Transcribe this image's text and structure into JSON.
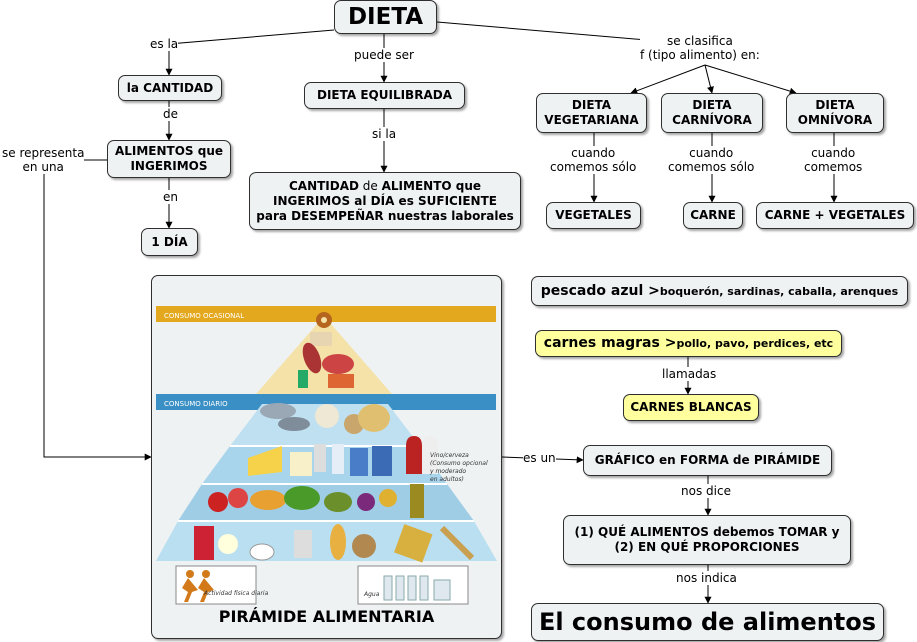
{
  "nodes": {
    "dieta": "DIETA",
    "cantidad": "la CANTIDAD",
    "alimentos_line1": "ALIMENTOS que",
    "alimentos_line2": "INGERIMOS",
    "un_dia": "1 DÍA",
    "equilibrada": "DIETA EQUILIBRADA",
    "definicion": {
      "l1_a": "CANTIDAD",
      "l1_b": " de ",
      "l1_c": "ALIMENTO que",
      "l2": "INGERIMOS al DÍA es SUFICIENTE",
      "l3": "para DESEMPEÑAR nuestras laborales"
    },
    "vegetariana": [
      "DIETA",
      "VEGETARIANA"
    ],
    "carnivora": [
      "DIETA",
      "CARNÍVORA"
    ],
    "omnivora": [
      "DIETA",
      "OMNÍVORA"
    ],
    "vegetales": "VEGETALES",
    "carne": "CARNE",
    "carne_vegetales": "CARNE + VEGETALES",
    "pescado": {
      "main": "pescado azul >",
      "detail": " boquerón, sardinas, caballa, arenques"
    },
    "carnes_magras": {
      "main": "carnes magras >",
      "detail": " pollo, pavo, perdices, etc"
    },
    "carnes_blancas": "CARNES BLANCAS",
    "grafico": "GRÁFICO en FORMA de PIRÁMIDE",
    "que_alimentos": [
      "(1) QUÉ ALIMENTOS debemos TOMAR y",
      "(2) EN QUÉ PROPORCIONES"
    ],
    "consumo": "El consumo de alimentos",
    "piramide_caption": "PIRÁMIDE ALIMENTARIA"
  },
  "links": {
    "es_la": "es la",
    "puede_ser": "puede ser",
    "se_clasifica": [
      "se clasifica",
      "f (tipo alimento) en:"
    ],
    "de": "de",
    "en": "en",
    "si_la": "si la",
    "cuando_veg": [
      "cuando",
      "comemos sólo"
    ],
    "cuando_carn": [
      "cuando",
      "comemos sólo"
    ],
    "cuando_omni": [
      "cuando",
      "comemos"
    ],
    "se_representa": [
      "se representa",
      "en una"
    ],
    "llamadas": "llamadas",
    "es_un": "es un",
    "nos_dice": "nos dice",
    "nos_indica": "nos indica"
  },
  "pyramid": {
    "consumo_ocasional": "CONSUMO OCASIONAL",
    "consumo_diario": "CONSUMO DIARIO",
    "vino_note": [
      "Vino/cerveza",
      "(Consumo opcional",
      "y moderado",
      "en adultos)"
    ],
    "actividad": "Actividad física diaria",
    "agua": "Agua",
    "colors": {
      "band_gold": "#e3a81e",
      "band_blue": "#3a8fc4",
      "tier_top": "#f4e2a8",
      "tier_low": "#9fcde6"
    }
  }
}
